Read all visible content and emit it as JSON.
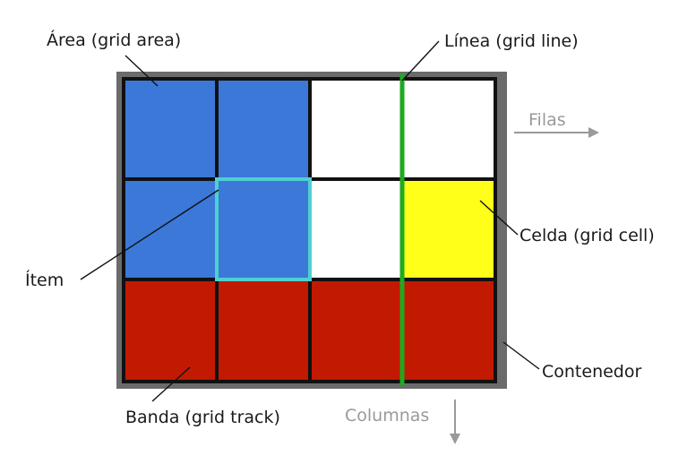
{
  "labels": {
    "area": "Área (grid area)",
    "line": "Línea (grid line)",
    "rows_arrow": "Filas",
    "cell": "Celda (grid cell)",
    "item": "Ítem",
    "container": "Contenedor",
    "track": "Banda (grid track)",
    "columns_arrow": "Columnas"
  },
  "grid": {
    "columns": 4,
    "rows": 3,
    "cells": [
      [
        "blue",
        "blue",
        "white",
        "white"
      ],
      [
        "blue",
        "blue",
        "white",
        "yellow"
      ],
      [
        "red",
        "red",
        "red",
        "red"
      ]
    ],
    "highlighted_item": {
      "row": 1,
      "col": 1
    },
    "highlighted_line_after_col": 3
  },
  "colors": {
    "blue": "#3b78d8",
    "white": "#ffffff",
    "yellow": "#ffff1a",
    "red": "#c21a00",
    "container_border": "#6b6b6b",
    "grid_line": "#111111",
    "line_highlight": "#1faa1f",
    "item_highlight": "#4fd0d0",
    "arrow": "#9a9a9a"
  }
}
